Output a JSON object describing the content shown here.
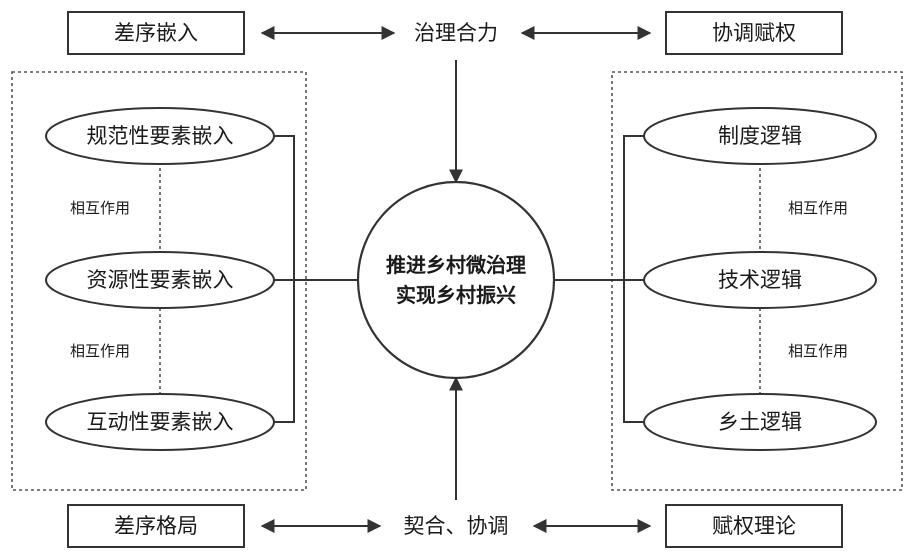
{
  "top": {
    "left_box": "差序嵌入",
    "center": "治理合力",
    "right_box": "协调赋权"
  },
  "bottom": {
    "left_box": "差序格局",
    "center": "契合、协调",
    "right_box": "赋权理论"
  },
  "left_group": {
    "ellipses": [
      "规范性要素嵌入",
      "资源性要素嵌入",
      "互动性要素嵌入"
    ],
    "interaction_labels": [
      "相互作用",
      "相互作用"
    ]
  },
  "right_group": {
    "ellipses": [
      "制度逻辑",
      "技术逻辑",
      "乡土逻辑"
    ],
    "interaction_labels": [
      "相互作用",
      "相互作用"
    ]
  },
  "center_circle": {
    "line1": "推进乡村微治理",
    "line2": "实现乡村振兴"
  }
}
